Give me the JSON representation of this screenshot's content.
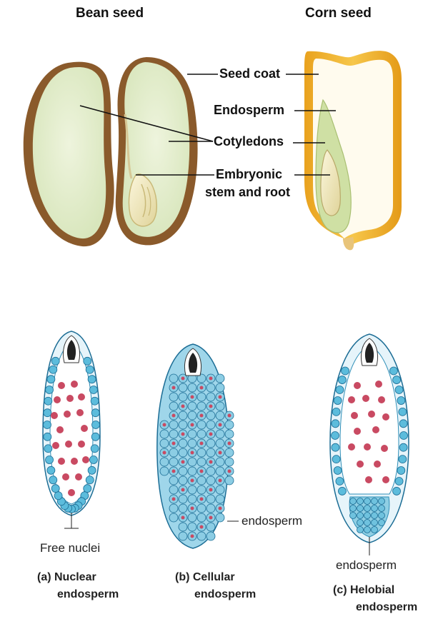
{
  "top": {
    "bean_title": "Bean seed",
    "corn_title": "Corn seed",
    "labels": {
      "seed_coat": "Seed coat",
      "endosperm": "Endosperm",
      "cotyledons": "Cotyledons",
      "embryonic_1": "Embryonic",
      "embryonic_2": "stem and root"
    }
  },
  "bottom": {
    "free_nuclei": "Free nuclei",
    "endosperm_label": "endosperm",
    "captions": {
      "a_1": "(a) Nuclear",
      "a_2": "endosperm",
      "b_1": "(b) Cellular",
      "b_2": "endosperm",
      "c_1": "(c) Helobial",
      "c_2": "endosperm"
    }
  },
  "colors": {
    "bean_coat": "#8a5a2b",
    "bean_fill": "#e3edcc",
    "corn_coat": "#f2b733",
    "corn_fill": "#fffbee",
    "embryo": "#f3ecc6",
    "cell_blue": "#5cbcdc",
    "nucleus_red": "#c94a62"
  }
}
